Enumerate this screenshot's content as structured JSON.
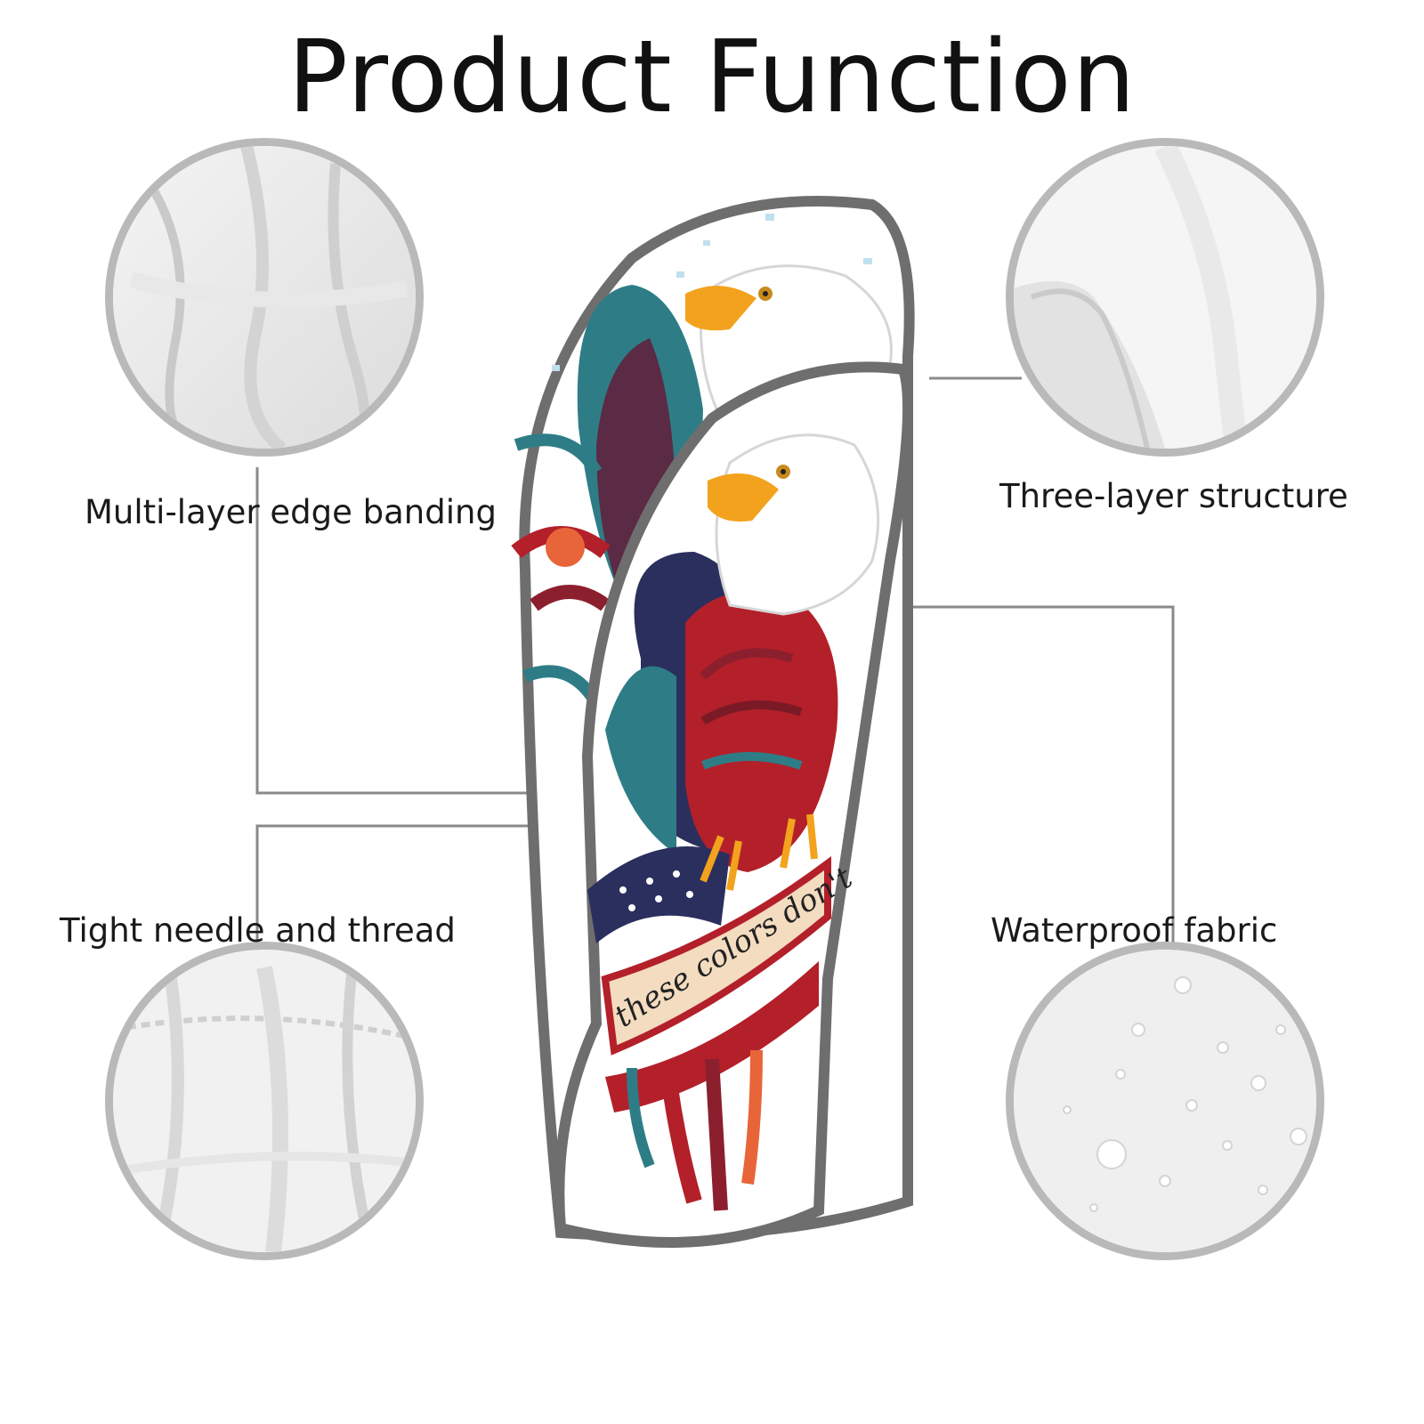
{
  "title": "Product Function",
  "features": {
    "top_left": "Multi-layer edge banding",
    "top_right": "Three-layer structure",
    "bottom_left": "Tight needle and thread",
    "bottom_right": "Waterproof fabric"
  },
  "product": {
    "banner_text": "these colors don't",
    "colors": {
      "trim": "#6e6e6e",
      "eagle_red": "#b3202a",
      "eagle_teal": "#2e7d86",
      "eagle_navy": "#2b2f5e",
      "beak": "#f2a21c",
      "banner": "#f3dcc0"
    }
  },
  "icons": [
    "fabric-fold-icon",
    "layer-edge-icon",
    "stitch-seam-icon",
    "water-droplet-icon"
  ]
}
